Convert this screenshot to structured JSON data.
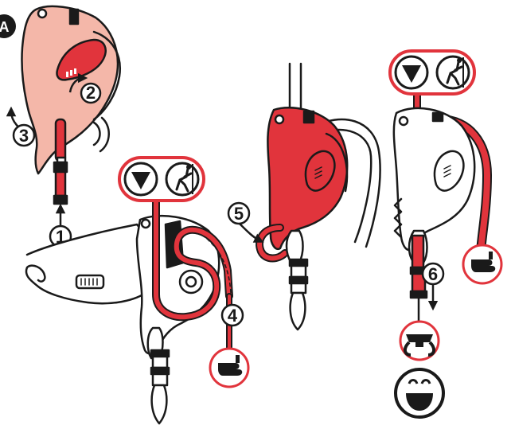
{
  "panel": {
    "label": "A"
  },
  "steps": [
    "1",
    "2",
    "3",
    "4",
    "5",
    "6"
  ],
  "pictograms": [
    {
      "icon": "load-triangle-icon"
    },
    {
      "icon": "climber-icon"
    },
    {
      "icon": "hand-grip-icon"
    },
    {
      "icon": "harness-icon"
    },
    {
      "icon": "smiley-face-icon"
    }
  ],
  "colors": {
    "red": "#e1343c",
    "pink": "#f4b7a9",
    "ink": "#1a1a1a",
    "white": "#ffffff"
  }
}
